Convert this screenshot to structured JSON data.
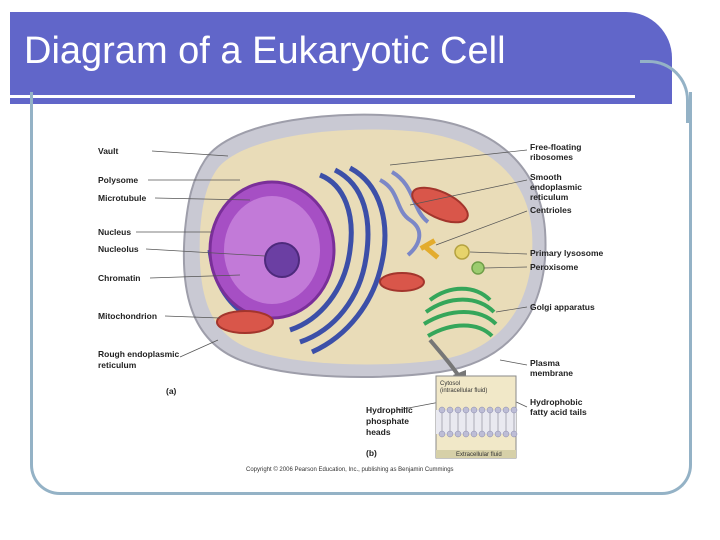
{
  "slide": {
    "title": "Diagram of a Eukaryotic Cell"
  },
  "colors": {
    "title_bar": "#6166c9",
    "frame_border": "#94b2c6",
    "nucleus": "#a64fc4",
    "er": "#3c4fa8",
    "golgi": "#35a65a",
    "mitochondrion": "#d9564a"
  },
  "labels_left": {
    "vault": "Vault",
    "polysome": "Polysome",
    "microtubule": "Microtubule",
    "nucleus": "Nucleus",
    "nucleolus": "Nucleolus",
    "chromatin": "Chromatin",
    "mitochondrion": "Mitochondrion",
    "rough_er_1": "Rough endoplasmic",
    "rough_er_2": "reticulum"
  },
  "labels_right": {
    "ribosomes_1": "Free-floating",
    "ribosomes_2": "ribosomes",
    "smooth_er_1": "Smooth",
    "smooth_er_2": "endoplasmic",
    "smooth_er_3": "reticulum",
    "centrioles": "Centrioles",
    "lysosome": "Primary lysosome",
    "peroxisome": "Peroxisome",
    "golgi": "Golgi apparatus",
    "plasma_1": "Plasma",
    "plasma_2": "membrane"
  },
  "panel_a": {
    "tag": "(a)"
  },
  "panel_b": {
    "tag": "(b)",
    "cytosol_1": "Cytosol",
    "cytosol_2": "(intracellular fluid)",
    "extracellular": "Extracellular fluid",
    "hydrophilic_1": "Hydrophilic",
    "hydrophilic_2": "phosphate",
    "hydrophilic_3": "heads",
    "hydrophobic_1": "Hydrophobic",
    "hydrophobic_2": "fatty acid tails"
  },
  "copyright": "Copyright © 2006 Pearson Education, Inc., publishing as Benjamin Cummings"
}
